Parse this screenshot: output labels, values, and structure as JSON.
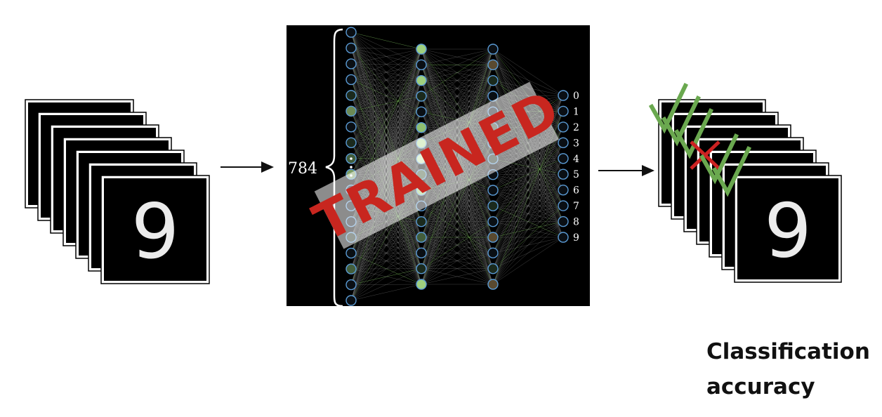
{
  "network": {
    "input_size": "784",
    "output_labels": [
      "0",
      "1",
      "2",
      "3",
      "4",
      "5",
      "6",
      "7",
      "8",
      "9"
    ],
    "stamp_text": "TRAINED",
    "stamp_color": "#c8261f",
    "node_stroke_color": "#5b9bd5"
  },
  "digit_shown": "9",
  "results": {
    "check_color": "#6aa84f",
    "cross_color": "#cc2222",
    "marks": [
      "check",
      "check",
      "check",
      "cross",
      "check",
      "check"
    ]
  },
  "caption": {
    "line1": "Classification",
    "line2": "accuracy"
  }
}
